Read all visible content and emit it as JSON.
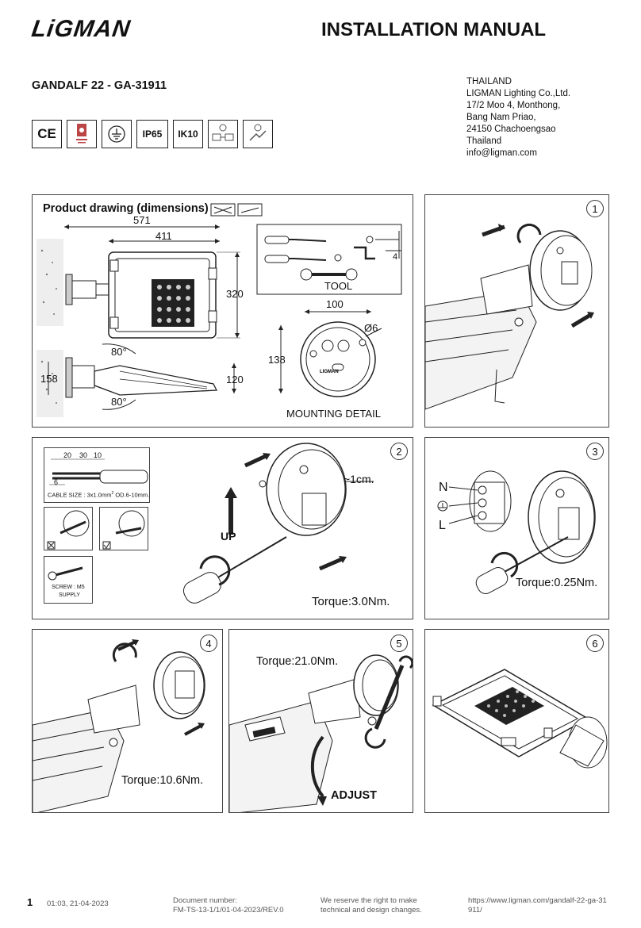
{
  "header": {
    "logo": "LiGMAN",
    "title": "INSTALLATION MANUAL"
  },
  "product": "GANDALF 22 - GA-31911",
  "address": [
    "THAILAND",
    "LIGMAN Lighting Co.,Ltd.",
    "17/2 Moo 4, Monthong,",
    "Bang Nam Priao,",
    "24150 Chachoengsao",
    "Thailand",
    "info@ligman.com"
  ],
  "certs": [
    "CE",
    "IP65",
    "IK10"
  ],
  "drawing": {
    "title": "Product drawing (dimensions)",
    "dims": {
      "d571": "571",
      "d411": "411",
      "d320": "320",
      "d158": "158",
      "d120": "120",
      "a80top": "80°",
      "a80bot": "80°",
      "d100": "100",
      "d138": "138",
      "d6": "Ø6",
      "d4": "4"
    },
    "tool": "TOOL",
    "mounting": "MOUNTING DETAIL",
    "lidtext": "LIGMAN"
  },
  "steps": [
    {
      "num": "1"
    },
    {
      "num": "2",
      "torque": "Torque:3.0Nm.",
      "up": "UP",
      "cm": "~1cm.",
      "cable_size": "CABLE SIZE : 3x1.0mm",
      "cable_od": "OD.6-10mm.",
      "dims": [
        "20",
        "30",
        "10",
        "6"
      ],
      "screw": "SCREW : M5",
      "supply": "SUPPLY"
    },
    {
      "num": "3",
      "torque": "Torque:0.25Nm.",
      "n": "N",
      "l": "L"
    },
    {
      "num": "4",
      "torque": "Torque:10.6Nm."
    },
    {
      "num": "5",
      "torque": "Torque:21.0Nm.",
      "adjust": "ADJUST"
    },
    {
      "num": "6"
    }
  ],
  "footer": {
    "page": "1",
    "timestamp": "01:03, 21-04-2023",
    "docnum_label": "Document number:",
    "docnum": "FM-TS-13-1/1/01-04-2023/REV.0",
    "reserve1": "We reserve the right to make",
    "reserve2": "technical and design changes.",
    "url1": "https://www.ligman.com/gandalf-22-ga-31",
    "url2": "911/"
  }
}
